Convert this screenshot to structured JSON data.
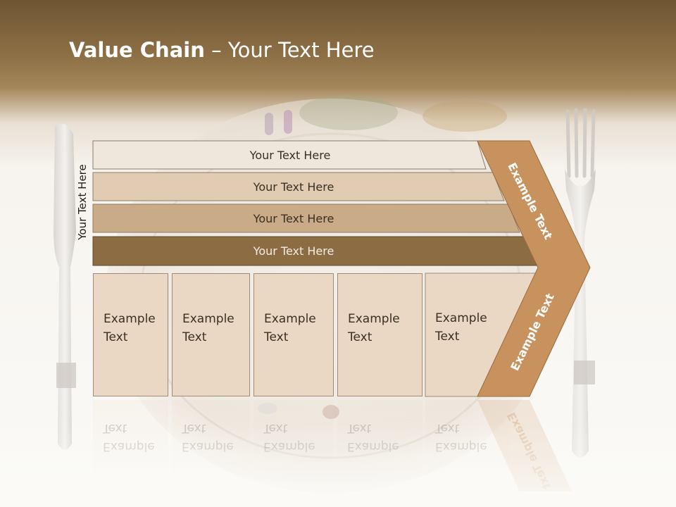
{
  "title": {
    "bold": "Value Chain",
    "rest": " – Your Text Here"
  },
  "side_label": "Your Text Here",
  "rows": [
    {
      "label": "Your Text Here",
      "color": "#efe6dc"
    },
    {
      "label": "Your Text Here",
      "color": "#e1ccb3"
    },
    {
      "label": "Your Text Here",
      "color": "#c9ab87"
    },
    {
      "label": "Your Text Here",
      "color": "#8c6c42"
    }
  ],
  "columns": [
    "Example\nText",
    "Example\nText",
    "Example\nText",
    "Example\nText",
    "Example\nText"
  ],
  "chevron": {
    "upper": "Example Text",
    "lower": "Example Text",
    "color": "#c8925e"
  }
}
